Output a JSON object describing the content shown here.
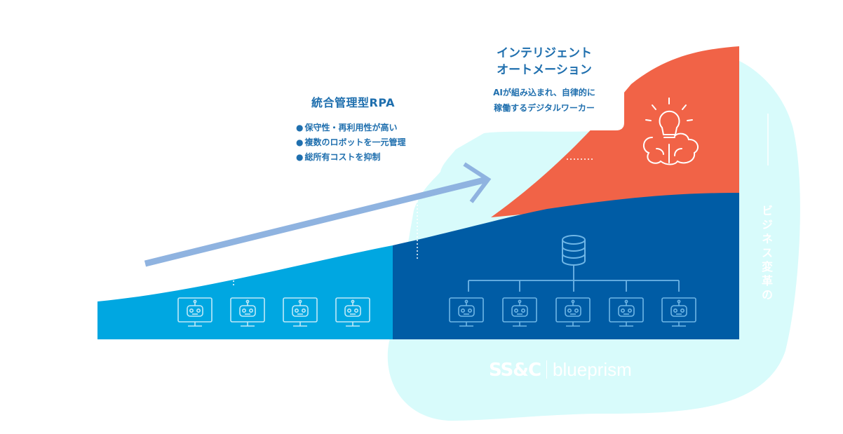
{
  "rpa": {
    "title": "統合管理型RPA",
    "bullets": [
      "保守性・再利用性が高い",
      "複数のロボットを一元管理",
      "総所有コストを抑制"
    ]
  },
  "intelligent_automation": {
    "title": "インテリジェント\nオートメーション",
    "subtitle": "AIが組み込まれ、自律的に\n稼働するデジタルワーカー"
  },
  "vertical_label": "ビジネス変革の",
  "logo": {
    "brand": "SS&C",
    "product": "blueprism"
  },
  "colors": {
    "light_blue": "#00a7e1",
    "dark_blue": "#005ca5",
    "orange": "#f16347",
    "cyan_bg": "#d8fbfb",
    "arrow": "#8fb3e0",
    "text": "#1f6fae"
  },
  "icons": {
    "robot_monitor": "robot-monitor-icon",
    "database": "database-icon",
    "brain_lightbulb": "brain-lightbulb-icon",
    "arrow": "arrow-right-icon"
  }
}
